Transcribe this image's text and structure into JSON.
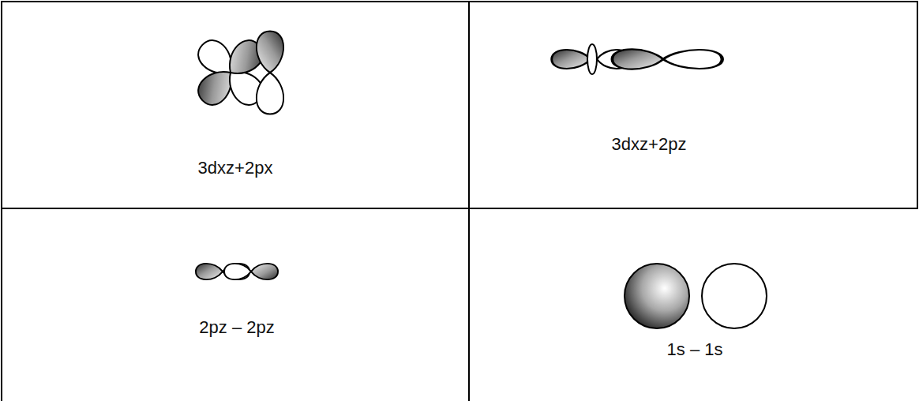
{
  "diagram": {
    "labels": [
      "3dxz+2px",
      "3dxz+2pz",
      "2pz – 2pz",
      "1s – 1s"
    ]
  }
}
